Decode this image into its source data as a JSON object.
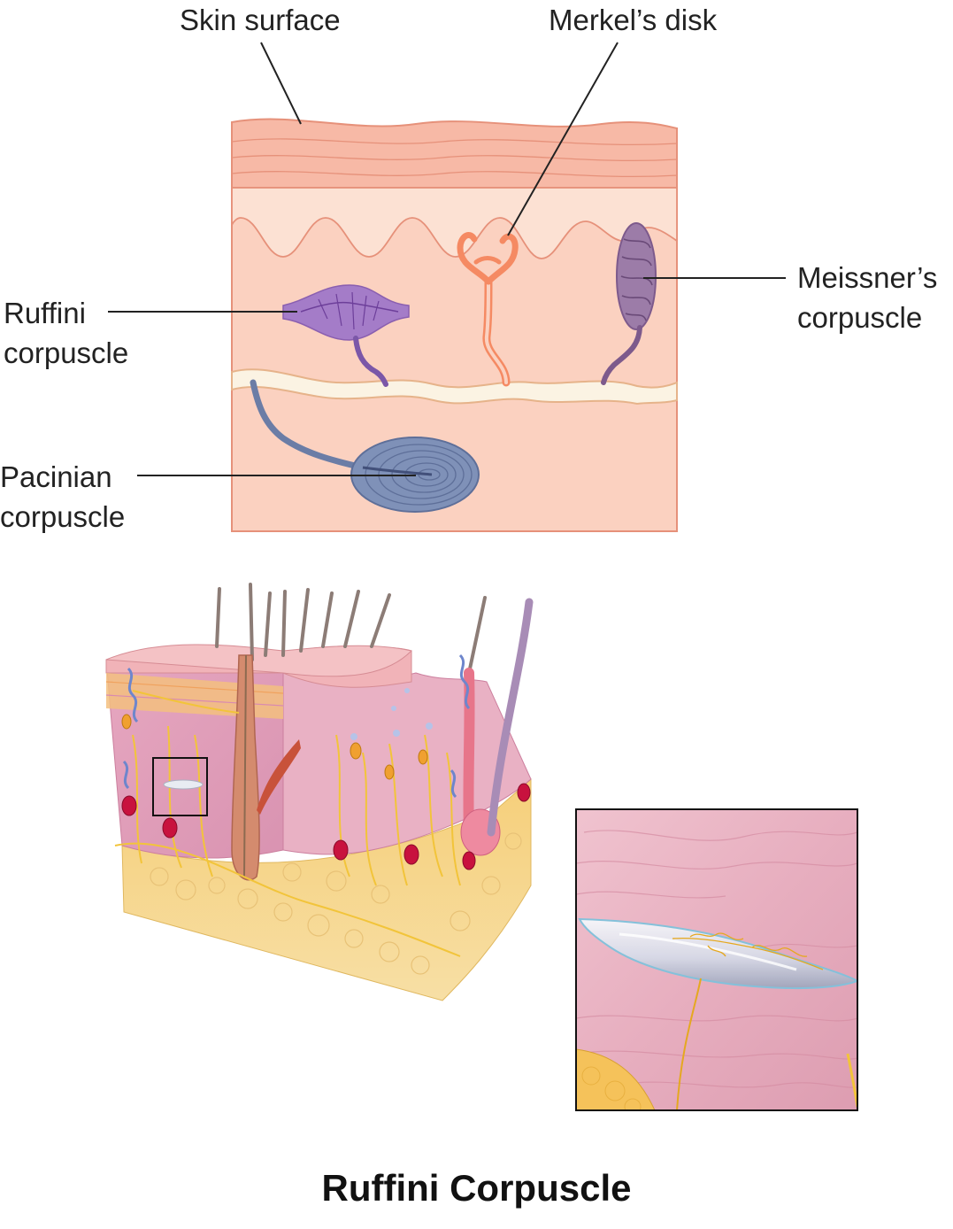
{
  "top_diagram": {
    "labels": {
      "skin_surface": "Skin surface",
      "merkels_disk": "Merkel’s disk",
      "ruffini": [
        "Ruffini",
        "corpuscle"
      ],
      "meissners": [
        "Meissner’s",
        "corpuscle"
      ],
      "pacinian": [
        "Pacinian",
        "corpuscle"
      ]
    },
    "colors": {
      "epidermis": "#f7b9a6",
      "dermis": "#fbd1c0",
      "outline": "#e6917a",
      "nerve": "#fbf3e3",
      "ruffini": "#a47cc8",
      "merkel": "#f58a63",
      "meissner": "#9c7ca8",
      "pacinian": "#7f91b8"
    }
  },
  "bottom_illustration": {
    "icons": [
      "skin-block-illustration",
      "zoom-box-icon",
      "ruffini-closeup-illustration"
    ]
  },
  "caption": "Ruffini Corpuscle"
}
